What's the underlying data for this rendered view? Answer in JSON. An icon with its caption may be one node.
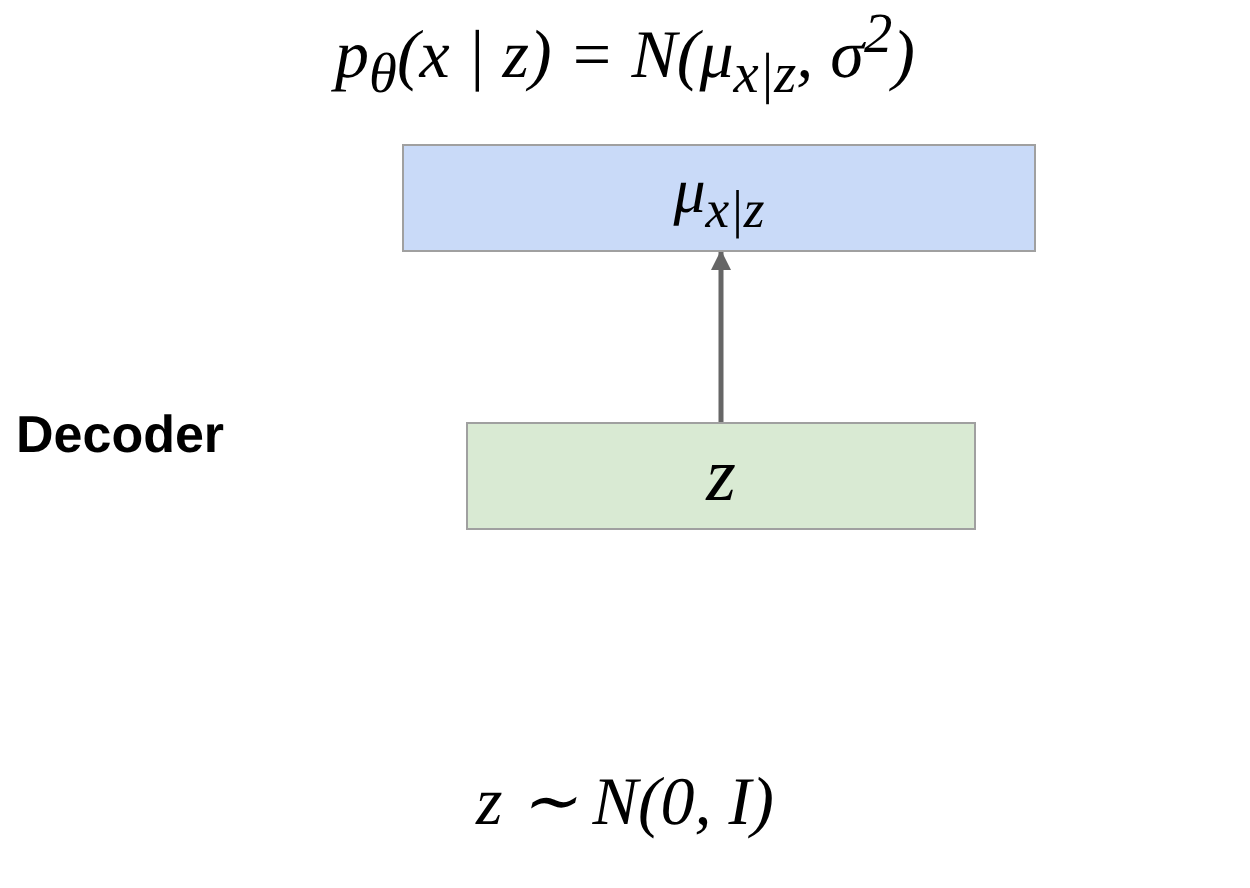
{
  "diagram": {
    "nodes": [
      {
        "text": [
          "μ$_{x|z}$"
        ],
        "beside": [
          "p$_{θ}$(x | z) = N(μ$_{x|z}$, σ$^{2}$)"
        ]
      },
      {
        "text": [
          "z"
        ],
        "beside": [
          "z ∼ N(0, I)"
        ]
      }
    ],
    "edges": [
      {
        "from": 1,
        "to": 0,
        "arrow": "to"
      }
    ],
    "labels": [
      "Decoder"
    ]
  }
}
